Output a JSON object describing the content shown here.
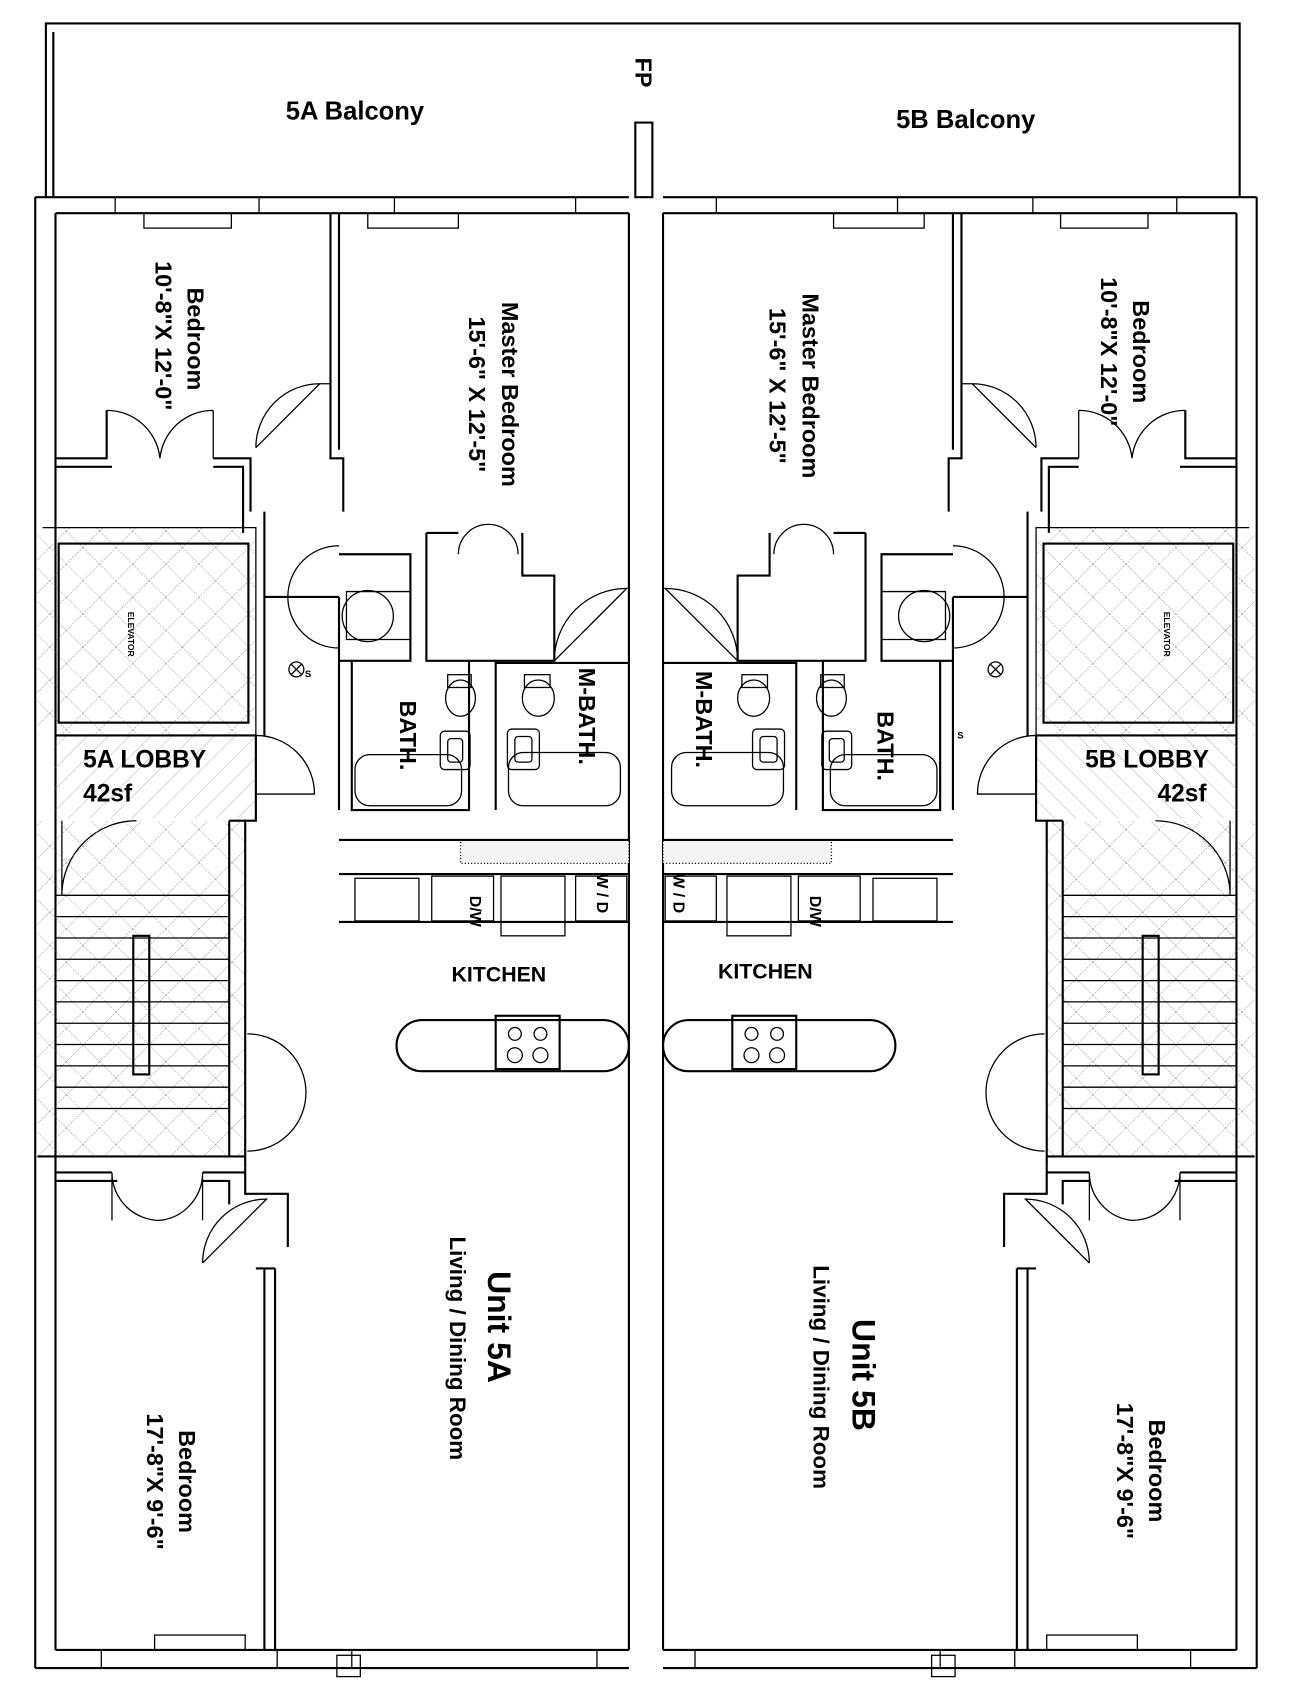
{
  "balconies": {
    "a": "5A Balcony",
    "b": "5B Balcony",
    "fireplace": "FP"
  },
  "unit_a": {
    "unit": "Unit 5A",
    "living": "Living / Dining Room",
    "bedroom_top": {
      "name": "Bedroom",
      "size": "10'-8\"X 12'-0\""
    },
    "master": {
      "name": "Master Bedroom",
      "size": "15'-6\" X 12'-5\""
    },
    "bedroom_bottom": {
      "name": "Bedroom",
      "size": "17'-8\"X 9'-6\""
    },
    "bath": "BATH.",
    "mbath": "M-BATH.",
    "kitchen": "KITCHEN",
    "dw": "D/W",
    "wd": "W / D",
    "lobby": "5A LOBBY",
    "lobby_area": "42sf",
    "elevator": "ELEVATOR",
    "smoke": "S"
  },
  "unit_b": {
    "unit": "Unit 5B",
    "living": "Living / Dining Room",
    "bedroom_top": {
      "name": "Bedroom",
      "size": "10'-8\"X 12'-0\""
    },
    "master": {
      "name": "Master Bedroom",
      "size": "15'-6\" X 12'-5\""
    },
    "bedroom_bottom": {
      "name": "Bedroom",
      "size": "17'-8\"X 9'-6\""
    },
    "bath": "BATH.",
    "mbath": "M-BATH.",
    "kitchen": "KITCHEN",
    "dw": "D/W",
    "wd": "W / D",
    "lobby": "5B LOBBY",
    "lobby_area": "42sf",
    "elevator": "ELEVATOR",
    "smoke": "S"
  }
}
